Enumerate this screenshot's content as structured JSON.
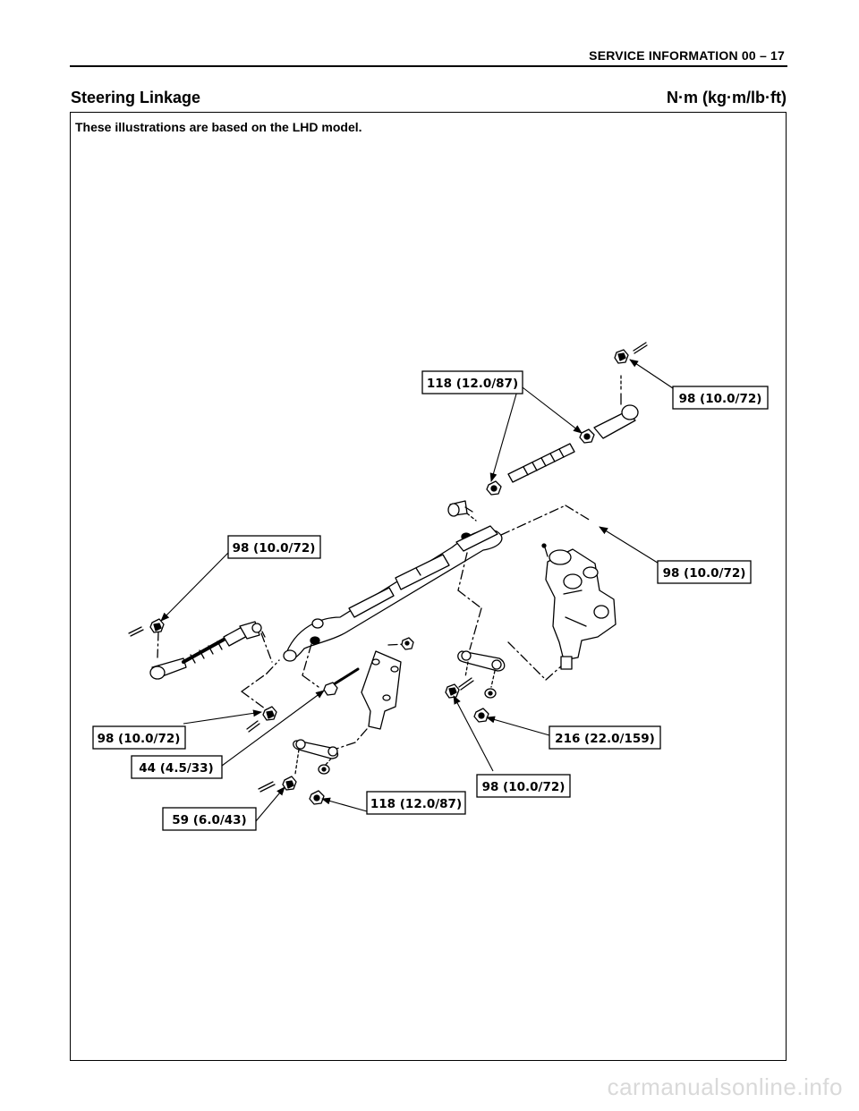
{
  "header": {
    "running_head": "SERVICE INFORMATION  00 – 17"
  },
  "section": {
    "title": "Steering Linkage",
    "units": "N·m (kg·m/lb·ft)"
  },
  "note": "These illustrations are based on the LHD model.",
  "torque_labels": {
    "tie_rod_end_nut_right": "98 (10.0/72)",
    "adjust_nut_tie_rod": "118 (12.0/87)",
    "tie_rod_end_nut_left_upper": "98 (10.0/72)",
    "relay_arm_nut": "98 (10.0/72)",
    "tie_rod_end_nut_left_lower": "98 (10.0/72)",
    "idler_bolt": "44 (4.5/33)",
    "idler_arm_nut": "59 (6.0/43)",
    "idler_arm_nut_lower": "118 (12.0/87)",
    "pitman_arm_nut_center": "98 (10.0/72)",
    "pitman_arm_nut_gearbox": "216 (22.0/159)"
  },
  "watermark": "carmanualsonline.info"
}
